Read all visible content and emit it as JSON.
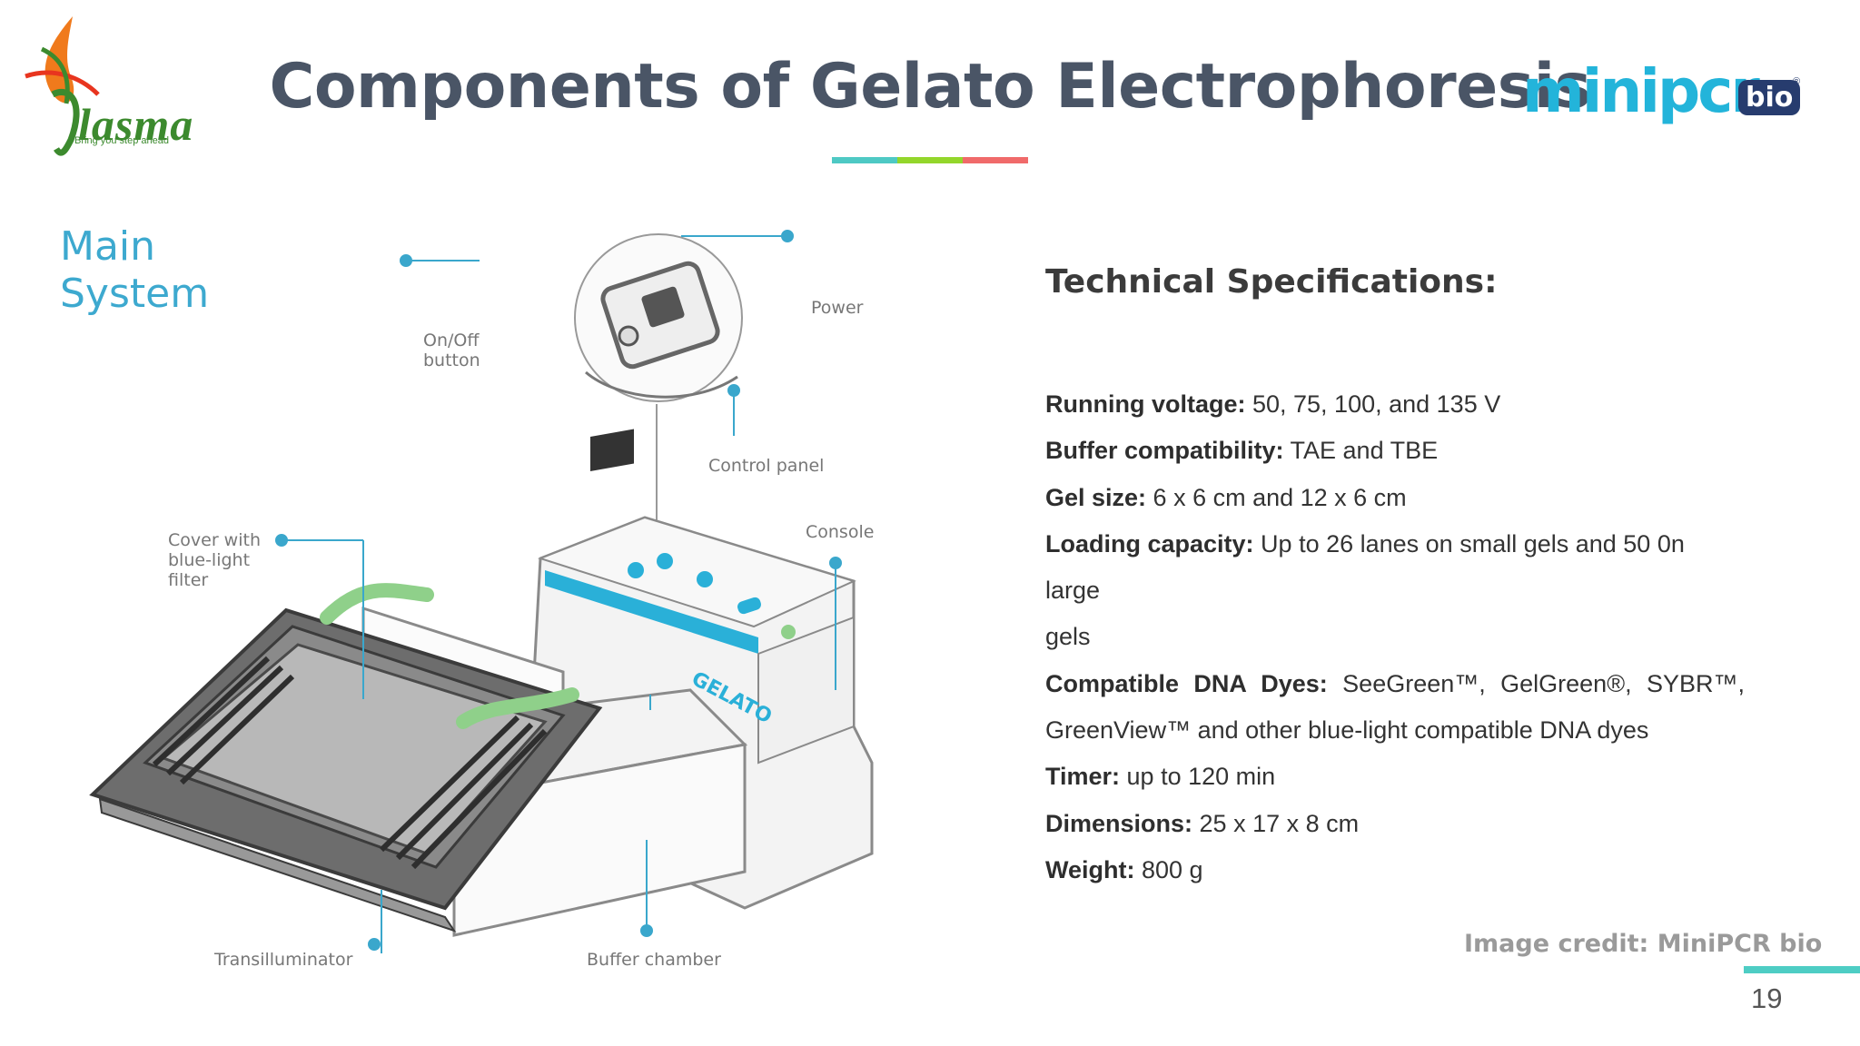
{
  "logos": {
    "plasma": {
      "wordmark": "lasma",
      "tagline": "Bring you step ahead"
    },
    "minipcr": {
      "wordmark": "minipcr",
      "badge": "bio",
      "reg": "®"
    }
  },
  "title": "Components of Gelato Electrophoresis",
  "underline_colors": [
    "#4ec9c4",
    "#93d62b",
    "#f06a6a"
  ],
  "diagram": {
    "heading_line1": "Main",
    "heading_line2": "System",
    "callouts": {
      "power": "Power",
      "onoff_line1": "On/Off",
      "onoff_line2": "button",
      "control_panel": "Control panel",
      "console": "Console",
      "cover_line1": "Cover with",
      "cover_line2": "blue-light",
      "cover_line3": "filter",
      "transilluminator": "Transilluminator",
      "buffer_chamber": "Buffer chamber"
    },
    "device_label": "GELATO",
    "accent_color": "#2ab0d8",
    "arrow_color": "#8fd08a"
  },
  "specs": {
    "heading": "Technical Specifications:",
    "items": [
      {
        "label": "Running voltage:",
        "value": " 50, 75, 100, and 135 V"
      },
      {
        "label": "Buffer compatibility:",
        "value": " TAE and TBE"
      },
      {
        "label": "Gel size:",
        "value": " 6 x 6 cm and 12 x 6 cm"
      },
      {
        "label": "Loading capacity:",
        "value": " Up to 26 lanes on small gels and 50 0n large"
      },
      {
        "label": "",
        "value": "gels"
      },
      {
        "label": "Compatible DNA Dyes:",
        "value": " SeeGreen™, GelGreen®, SYBR™,"
      },
      {
        "label": "",
        "value": "GreenView™ and other blue-light compatible DNA dyes"
      },
      {
        "label": "Timer:",
        "value": " up to 120 min"
      },
      {
        "label": "Dimensions:",
        "value": " 25 x 17 x 8 cm"
      },
      {
        "label": "Weight:",
        "value": " 800 g"
      }
    ]
  },
  "image_credit": "Image credit: MiniPCR bio",
  "page_number": "19"
}
